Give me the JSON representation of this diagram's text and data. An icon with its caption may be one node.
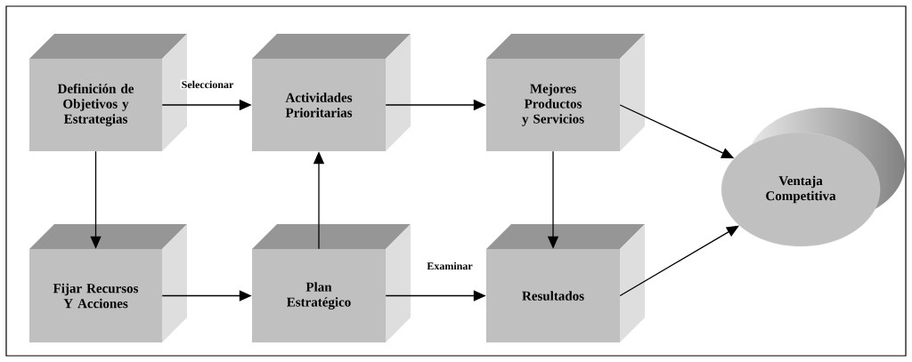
{
  "diagram": {
    "nodes": [
      {
        "text": [
          "Definición de Objetivos y Estrategias"
        ]
      },
      {
        "text": [
          "Actividades Prioritarias"
        ]
      },
      {
        "text": [
          "Mejores Productos y Servicios"
        ]
      },
      {
        "text": [
          "Fijar Recursos Y Acciones"
        ]
      },
      {
        "text": [
          "Plan Estratégico"
        ]
      },
      {
        "text": [
          "Resultados"
        ]
      },
      {
        "text": [
          "Ventaja Competitiva"
        ]
      }
    ],
    "edges": [
      {
        "from": 0,
        "to": 1,
        "arrow": "to",
        "label": "Seleccionar"
      },
      {
        "from": 1,
        "to": 2,
        "arrow": "to"
      },
      {
        "from": 2,
        "to": 6,
        "arrow": "to"
      },
      {
        "from": 0,
        "to": 3,
        "arrow": "to"
      },
      {
        "from": 3,
        "to": 4,
        "arrow": "to"
      },
      {
        "from": 4,
        "to": 1,
        "arrow": "to"
      },
      {
        "from": 4,
        "to": 5,
        "arrow": "to",
        "label": "Examinar"
      },
      {
        "from": 2,
        "to": 5,
        "arrow": "to"
      },
      {
        "from": 5,
        "to": 6,
        "arrow": "to"
      }
    ]
  }
}
